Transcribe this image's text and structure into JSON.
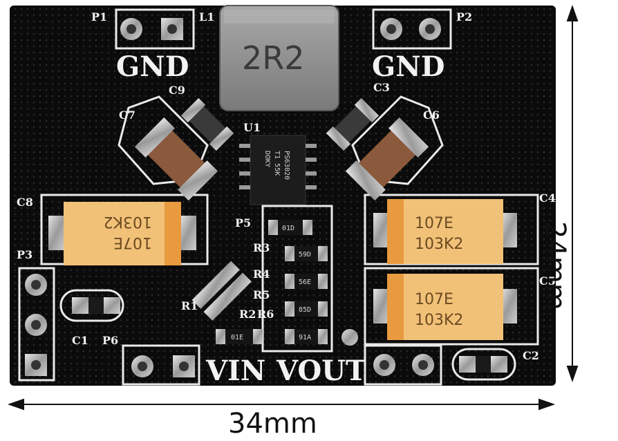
{
  "dimensions": {
    "width_label": "34mm",
    "height_label": "24mm"
  },
  "board": {
    "silkscreen": {
      "gnd_left": "GND",
      "gnd_right": "GND",
      "vin": "VIN",
      "vout": "VOUT",
      "p1": "P1",
      "p2": "P2",
      "p3": "P3",
      "p5": "P5",
      "p6": "P6",
      "l1": "L1",
      "u1": "U1",
      "c1": "C1",
      "c2": "C2",
      "c3": "C3",
      "c4": "C4",
      "c5": "C5",
      "c6": "C6",
      "c7": "C7",
      "c8": "C8",
      "c9": "C9",
      "r1": "R1",
      "r2": "R2",
      "r3": "R3",
      "r4": "R4",
      "r5": "R5",
      "r6": "R6"
    },
    "inductor_marking": "2R2",
    "ic_marking": [
      "PS63020",
      "T1 55K",
      "DOKY"
    ],
    "tantalum_marking": [
      "107E",
      "103K2"
    ],
    "resistor_marking": [
      "01D",
      "59D",
      "56E",
      "85D",
      "91A",
      "01E"
    ]
  },
  "colors": {
    "pcb": "#0b0b0b",
    "silk": "#f2f2f2",
    "tantalum": "#f2c178",
    "tantalum_band": "#e89a3e",
    "inductor": "#8f8f8f"
  }
}
